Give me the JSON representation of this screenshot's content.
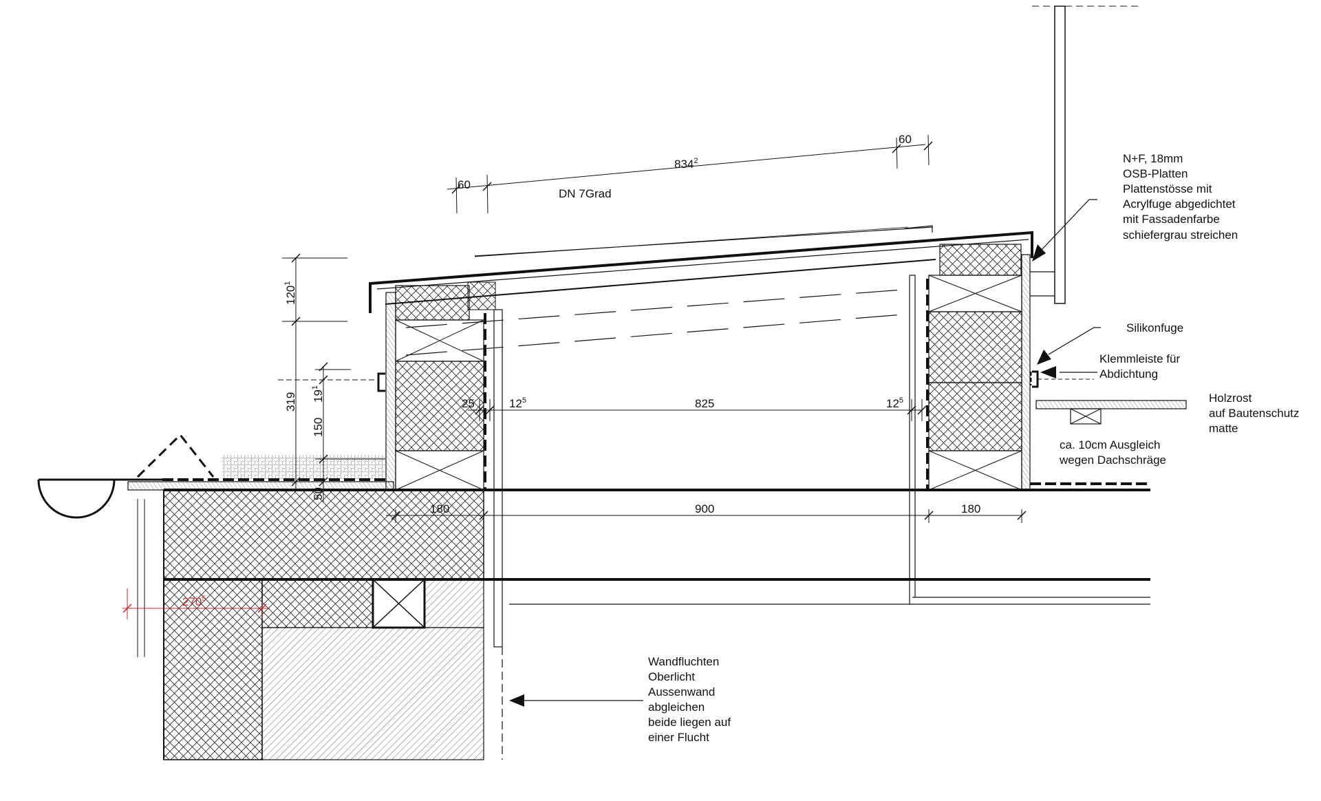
{
  "drawing": {
    "colors": {
      "line": "#111111",
      "dimension_accent": "#c62828",
      "background": "#ffffff"
    },
    "dimensions": {
      "roof_length": {
        "main": "834",
        "sup": "2"
      },
      "overhang_left": {
        "main": "60",
        "sup": ""
      },
      "overhang_right": {
        "main": "60",
        "sup": ""
      },
      "height_120": {
        "main": "120",
        "sup": "1"
      },
      "height_319": {
        "main": "319",
        "sup": ""
      },
      "height_19": {
        "main": "19",
        "sup": "1"
      },
      "height_150": {
        "main": "150",
        "sup": ""
      },
      "height_50": {
        "main": "50",
        "sup": ""
      },
      "inner_25": {
        "main": "25",
        "sup": ""
      },
      "inner_left_12": {
        "main": "12",
        "sup": "5"
      },
      "inner_825": {
        "main": "825",
        "sup": ""
      },
      "inner_right_12": {
        "main": "12",
        "sup": "5"
      },
      "base_180_left": {
        "main": "180",
        "sup": ""
      },
      "base_900": {
        "main": "900",
        "sup": ""
      },
      "base_180_right": {
        "main": "180",
        "sup": ""
      },
      "wall_270": {
        "main": "270",
        "sup": "5"
      }
    },
    "roof_pitch": "DN 7Grad",
    "notes": {
      "osb": [
        "N+F, 18mm",
        "OSB-Platten",
        "Plattenstösse mit",
        "Acrylfuge abgedichtet",
        "mit Fassadenfarbe",
        "schiefergrau streichen"
      ],
      "silikon": [
        "Silikonfuge"
      ],
      "klemmleiste": [
        "Klemmleiste für",
        "Abdichtung"
      ],
      "holzrost": [
        "Holzrost",
        "auf Bautenschutz",
        "matte"
      ],
      "ausgleich": [
        "ca. 10cm Ausgleich",
        "wegen Dachschräge"
      ],
      "wandfluchten": [
        "Wandfluchten",
        "Oberlicht",
        "Aussenwand",
        "abgleichen",
        "beide liegen auf",
        "einer Flucht"
      ]
    }
  }
}
